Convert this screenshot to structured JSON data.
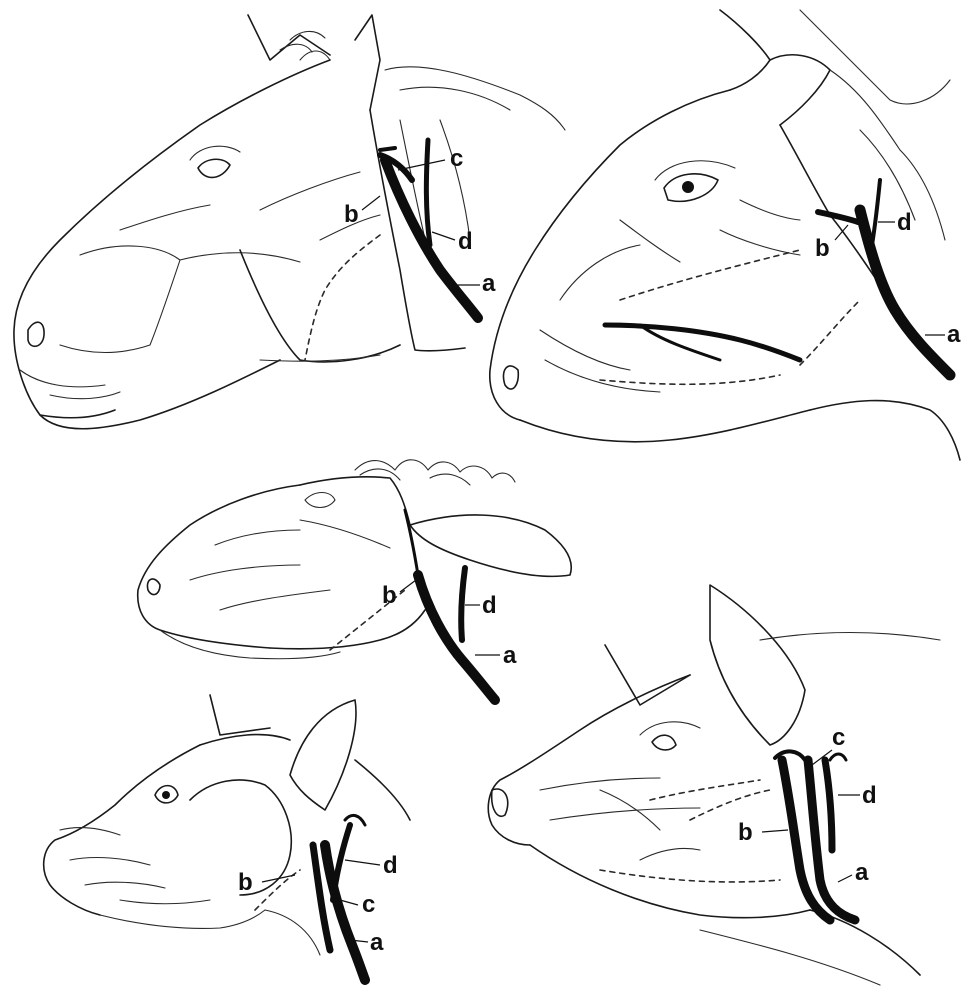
{
  "colors": {
    "ink": "#111111",
    "vein": "#0d0d0d",
    "paper": "#ffffff"
  },
  "panels": [
    {
      "id": "horse",
      "labels": {
        "a": "a",
        "b": "b",
        "c": "c",
        "d": "d"
      }
    },
    {
      "id": "ox",
      "labels": {
        "a": "a",
        "b": "b",
        "d": "d"
      }
    },
    {
      "id": "sheep",
      "labels": {
        "a": "a",
        "b": "b",
        "d": "d"
      }
    },
    {
      "id": "dog",
      "labels": {
        "a": "a",
        "b": "b",
        "c": "c",
        "d": "d"
      }
    },
    {
      "id": "pig",
      "labels": {
        "a": "a",
        "b": "b",
        "c": "c",
        "d": "d"
      }
    }
  ]
}
